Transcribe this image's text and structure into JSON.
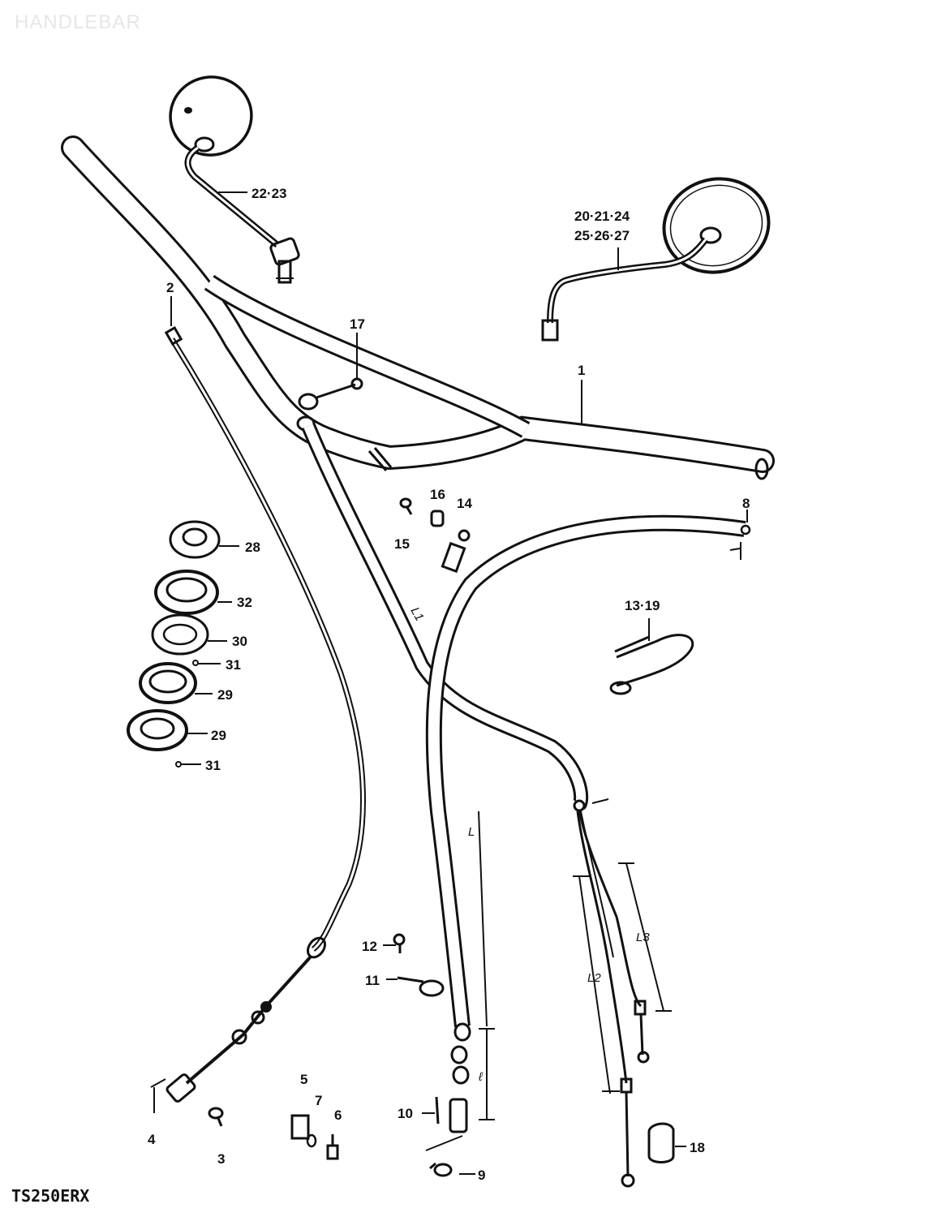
{
  "watermark": "HANDLEBAR",
  "model_code": "TS250ERX",
  "callouts": {
    "p1": "1",
    "p2": "2",
    "p3": "3",
    "p4": "4",
    "p5": "5",
    "p6": "6",
    "p7": "7",
    "p8": "8",
    "p9": "9",
    "p10": "10",
    "p11": "11",
    "p12": "12",
    "p13_19": "13·19",
    "p14": "14",
    "p15": "15",
    "p16": "16",
    "p17": "17",
    "p18": "18",
    "p20_24": "20·21·24",
    "p25_27": "25·26·27",
    "p22_23": "22·23",
    "p28": "28",
    "p29a": "29",
    "p29b": "29",
    "p30": "30",
    "p31a": "31",
    "p31b": "31",
    "p32": "32"
  },
  "dimensions": {
    "L": "L",
    "L1": "L1",
    "L2": "L2",
    "L3": "L3",
    "l": "ℓ"
  }
}
